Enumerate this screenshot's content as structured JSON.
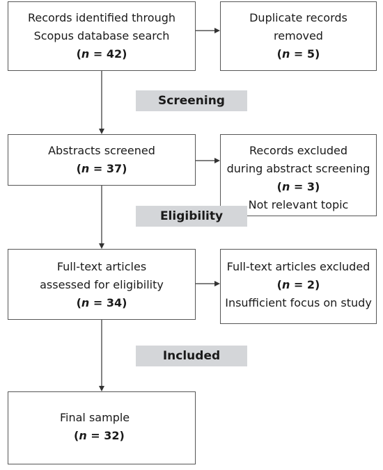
{
  "boxes": {
    "identified": {
      "line1": "Records identified through",
      "line2": "Scopus database search",
      "n_prefix": "(",
      "n_var": "n",
      "n_eq": " = 42",
      "n_suffix": ")"
    },
    "duplicates": {
      "line1": "Duplicate records",
      "line2": "removed",
      "n_prefix": "(",
      "n_var": "n",
      "n_eq": " = 5",
      "n_suffix": ")"
    },
    "abstracts": {
      "line1": "Abstracts screened",
      "n_prefix": "(",
      "n_var": "n",
      "n_eq": " = 37",
      "n_suffix": ")"
    },
    "excluded_abstract": {
      "line1": "Records excluded",
      "line2": "during abstract screening",
      "n_prefix": "(",
      "n_var": "n",
      "n_eq": " = 3",
      "n_suffix": ")",
      "reason": "Not relevant topic"
    },
    "fulltext": {
      "line1": "Full-text articles",
      "line2": "assessed for eligibility",
      "n_prefix": "(",
      "n_var": "n",
      "n_eq": " = 34",
      "n_suffix": ")"
    },
    "excluded_fulltext": {
      "line1": "Full-text articles excluded",
      "n_prefix": "(",
      "n_var": "n",
      "n_eq": " = 2",
      "n_suffix": ")",
      "reason": "Insufficient focus on study"
    },
    "final": {
      "line1": "Final sample",
      "n_prefix": "(",
      "n_var": "n",
      "n_eq": " = 32",
      "n_suffix": ")"
    }
  },
  "stages": {
    "screening": "Screening",
    "eligibility": "Eligibility",
    "included": "Included"
  }
}
